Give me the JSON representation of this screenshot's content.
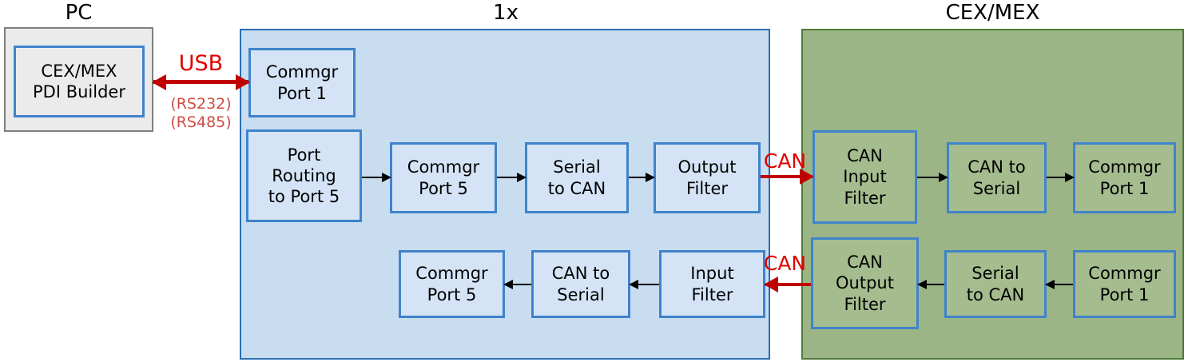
{
  "colors": {
    "gray_fill": "#ebebeb",
    "gray_border": "#7f7f7f",
    "blue_fill": "#c9ddf1",
    "blue_inner_fill": "#d4e4f6",
    "blue_border": "#2a6db5",
    "inner_border": "#3f83cb",
    "green_fill": "#9cb587",
    "green_inner_fill": "#a4bc8e",
    "green_border": "#4f7a38",
    "red_arrow": "#c00000",
    "red_label": "#e10000",
    "rs_label": "#d04c44"
  },
  "headers": {
    "pc": "PC",
    "unit": "1x",
    "cexmex": "CEX/MEX"
  },
  "pc_group": {
    "builder": "CEX/MEX\nPDI Builder"
  },
  "links": {
    "usb": "USB",
    "rs232": "(RS232)",
    "rs485": "(RS485)",
    "can_top": "CAN",
    "can_bottom": "CAN"
  },
  "unit_group": {
    "port1": "Commgr\nPort 1",
    "top_row": [
      "Port\nRouting\nto Port 5",
      "Commgr\nPort 5",
      "Serial\nto CAN",
      "Output\nFilter"
    ],
    "bottom_row": [
      "Commgr\nPort 5",
      "CAN to\nSerial",
      "Input\nFilter"
    ]
  },
  "cexmex_group": {
    "top_row": [
      "CAN\nInput\nFilter",
      "CAN to\nSerial",
      "Commgr\nPort 1"
    ],
    "bottom_row": [
      "CAN\nOutput\nFilter",
      "Serial\nto CAN",
      "Commgr\nPort 1"
    ]
  }
}
